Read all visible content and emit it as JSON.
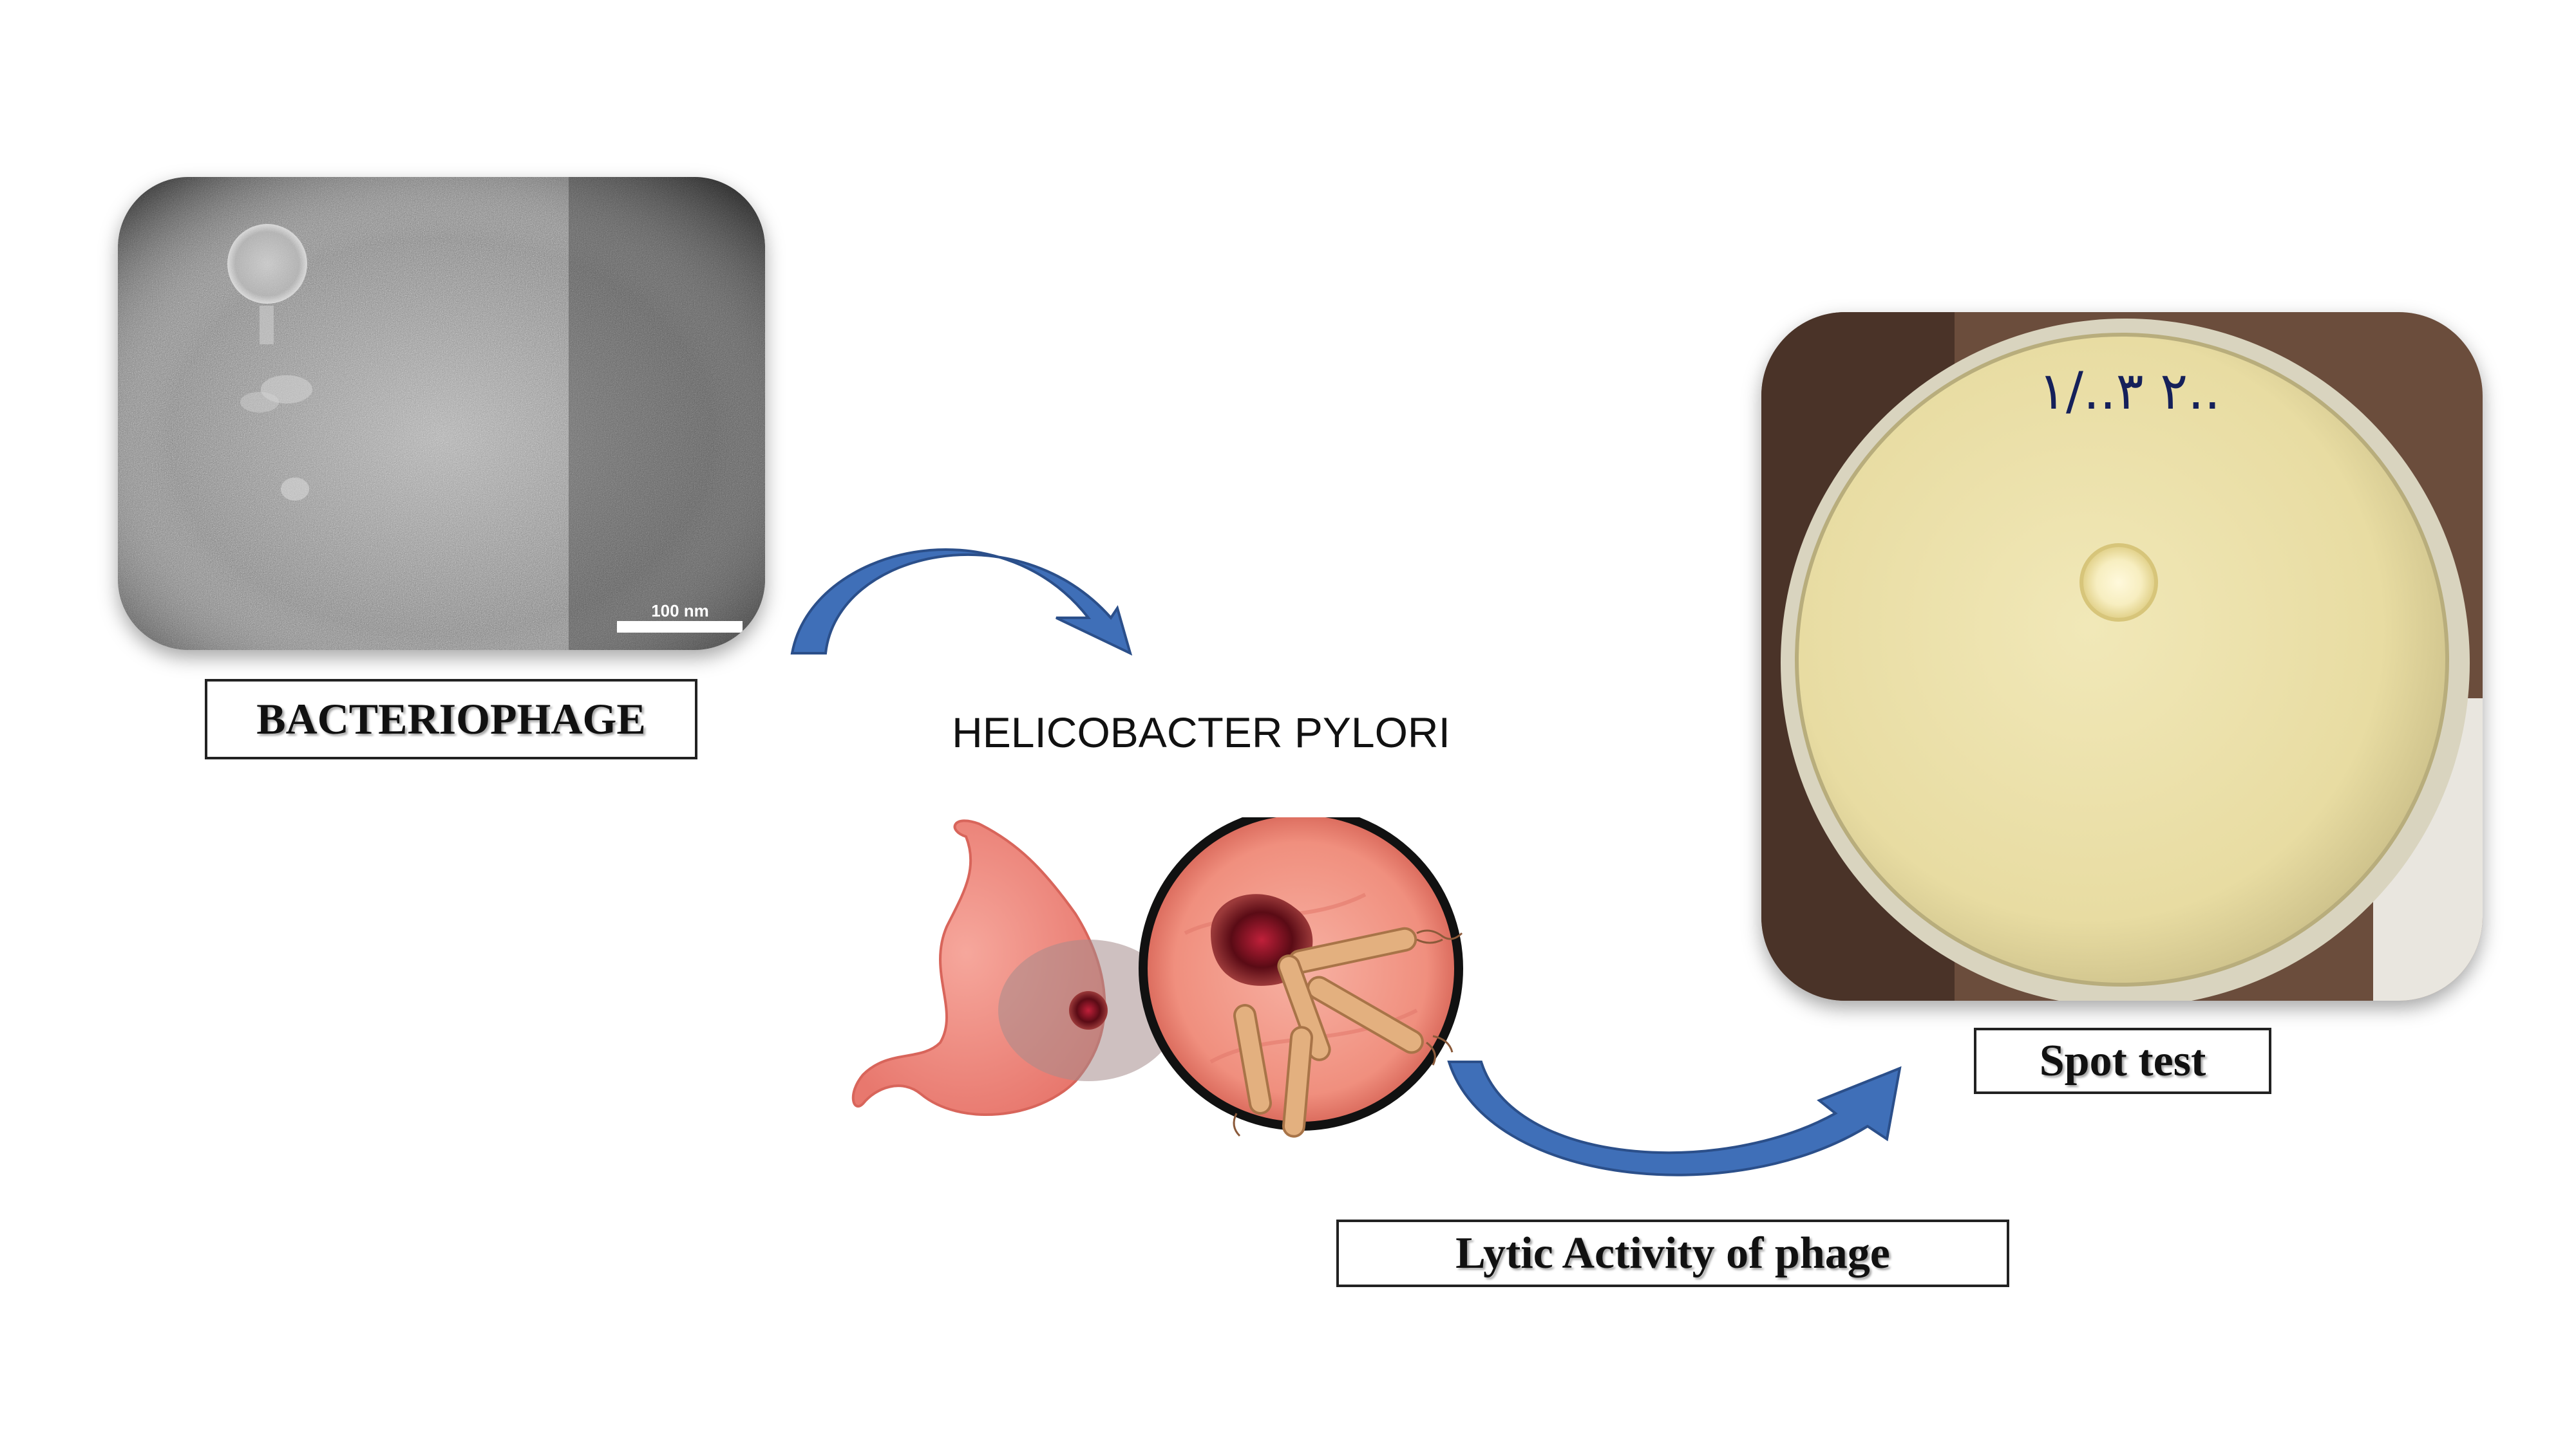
{
  "diagram": {
    "nodes": {
      "bacteriophage": {
        "label": "BACTERIOPHAGE",
        "scale_bar": "100 nm"
      },
      "helicobacter": {
        "label": "HELICOBACTER PYLORI"
      },
      "spot_test": {
        "label": "Spot test",
        "plate_handwriting": "٢      ٣../١.."
      },
      "lytic": {
        "label": "Lytic Activity of phage"
      }
    },
    "edges": [
      {
        "from": "bacteriophage",
        "to": "helicobacter"
      },
      {
        "from": "helicobacter",
        "to": "spot_test"
      }
    ],
    "colors": {
      "arrow": "#3f6fb8",
      "arrow_edge": "#2b4f8a",
      "stomach": "#f0948a",
      "plate": "#ece3ae"
    }
  }
}
